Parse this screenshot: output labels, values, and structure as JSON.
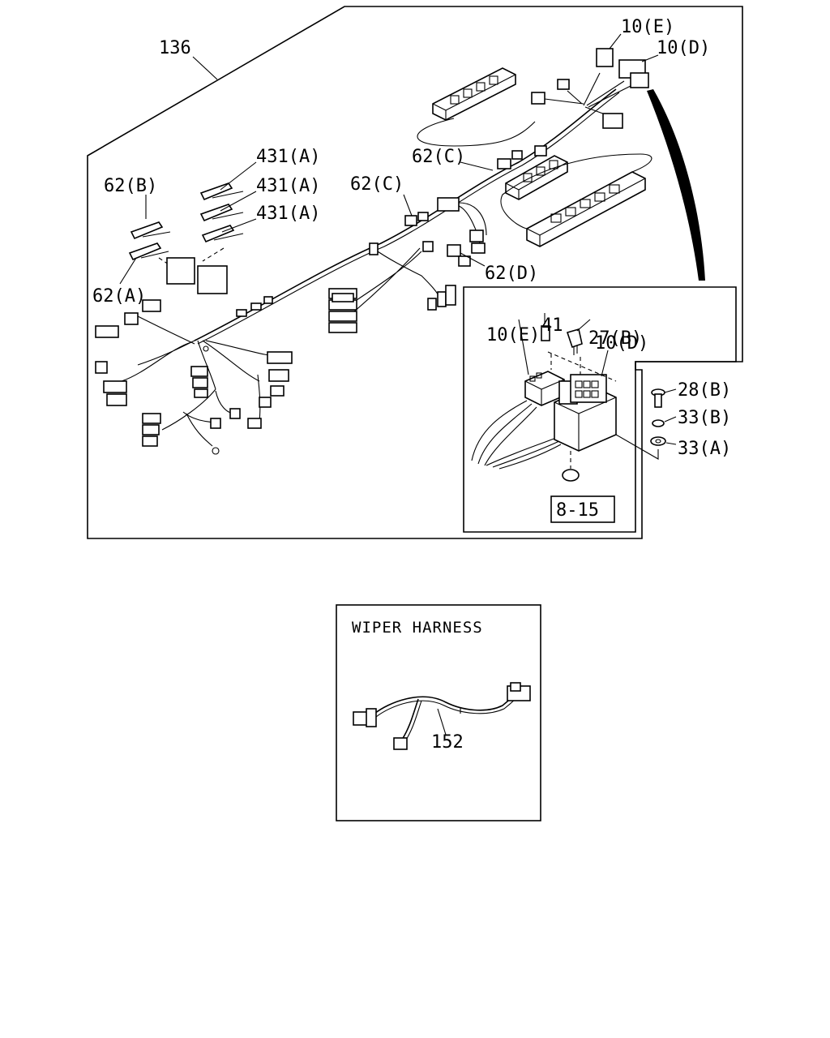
{
  "main_diagram": {
    "callouts": {
      "c136": "136",
      "c10e_top": "10(E)",
      "c10d_top": "10(D)",
      "c62c_a": "62(C)",
      "c62c_b": "62(C)",
      "c62b": "62(B)",
      "c431_1": "431(A)",
      "c431_2": "431(A)",
      "c431_3": "431(A)",
      "c62a": "62(A)",
      "c62d": "62(D)"
    }
  },
  "detail_inset": {
    "callouts": {
      "c10e": "10(E)",
      "c41": "41",
      "c27b": "27(B)",
      "c10d": "10(D)",
      "c28b": "28(B)",
      "c33b": "33(B)",
      "c33a": "33(A)",
      "ref": "8-15"
    }
  },
  "wiper_panel": {
    "title": "WIPER HARNESS",
    "part_number": "152"
  }
}
